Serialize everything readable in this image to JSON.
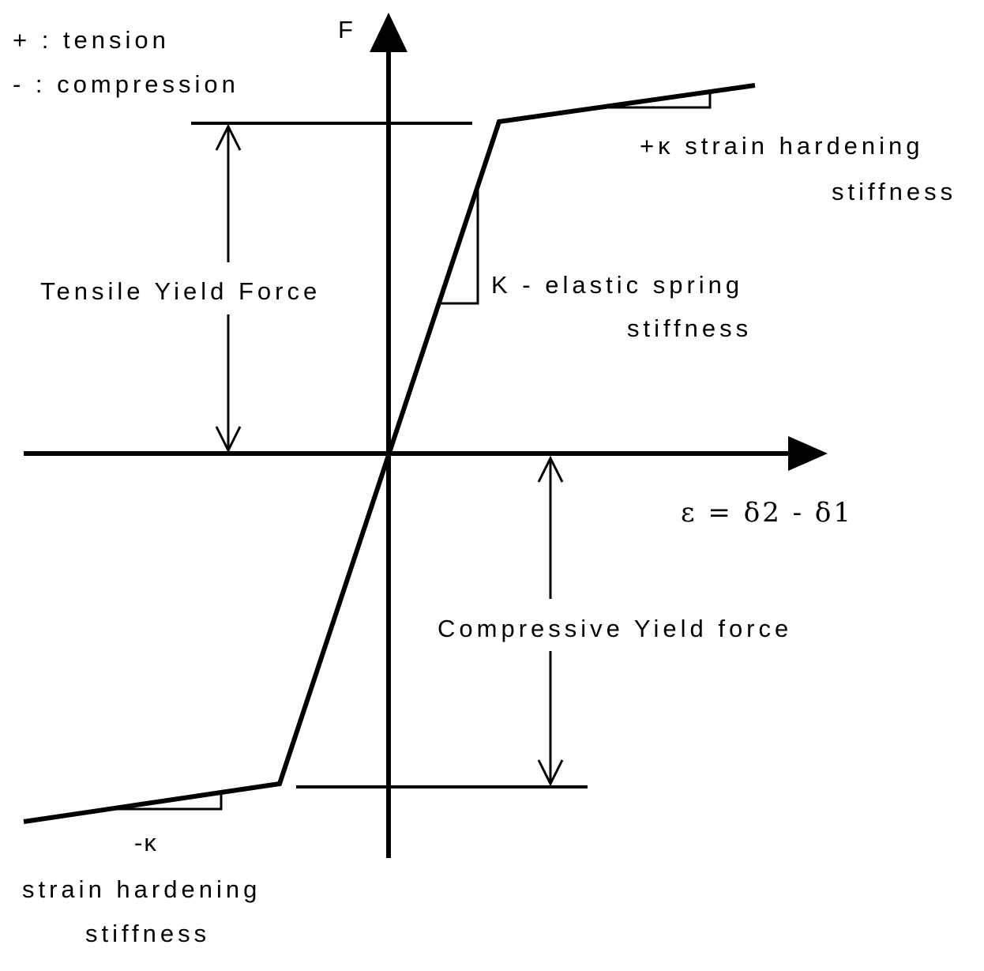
{
  "legend": {
    "tension": "+ : tension",
    "compression": "- : compression"
  },
  "axes": {
    "y_label": "F",
    "x_label": "ε = δ2 - δ1"
  },
  "annotations": {
    "tensile_yield": "Tensile Yield Force",
    "compressive_yield": "Compressive Yield force",
    "elastic_line1": "K - elastic spring",
    "elastic_line2": "stiffness",
    "pos_hardening_line1": "+κ  strain hardening",
    "pos_hardening_line2": "stiffness",
    "neg_kappa": "-κ",
    "neg_hardening_line1": "strain hardening",
    "neg_hardening_line2": "stiffness"
  },
  "colors": {
    "line": "#000000",
    "background": "#ffffff"
  }
}
